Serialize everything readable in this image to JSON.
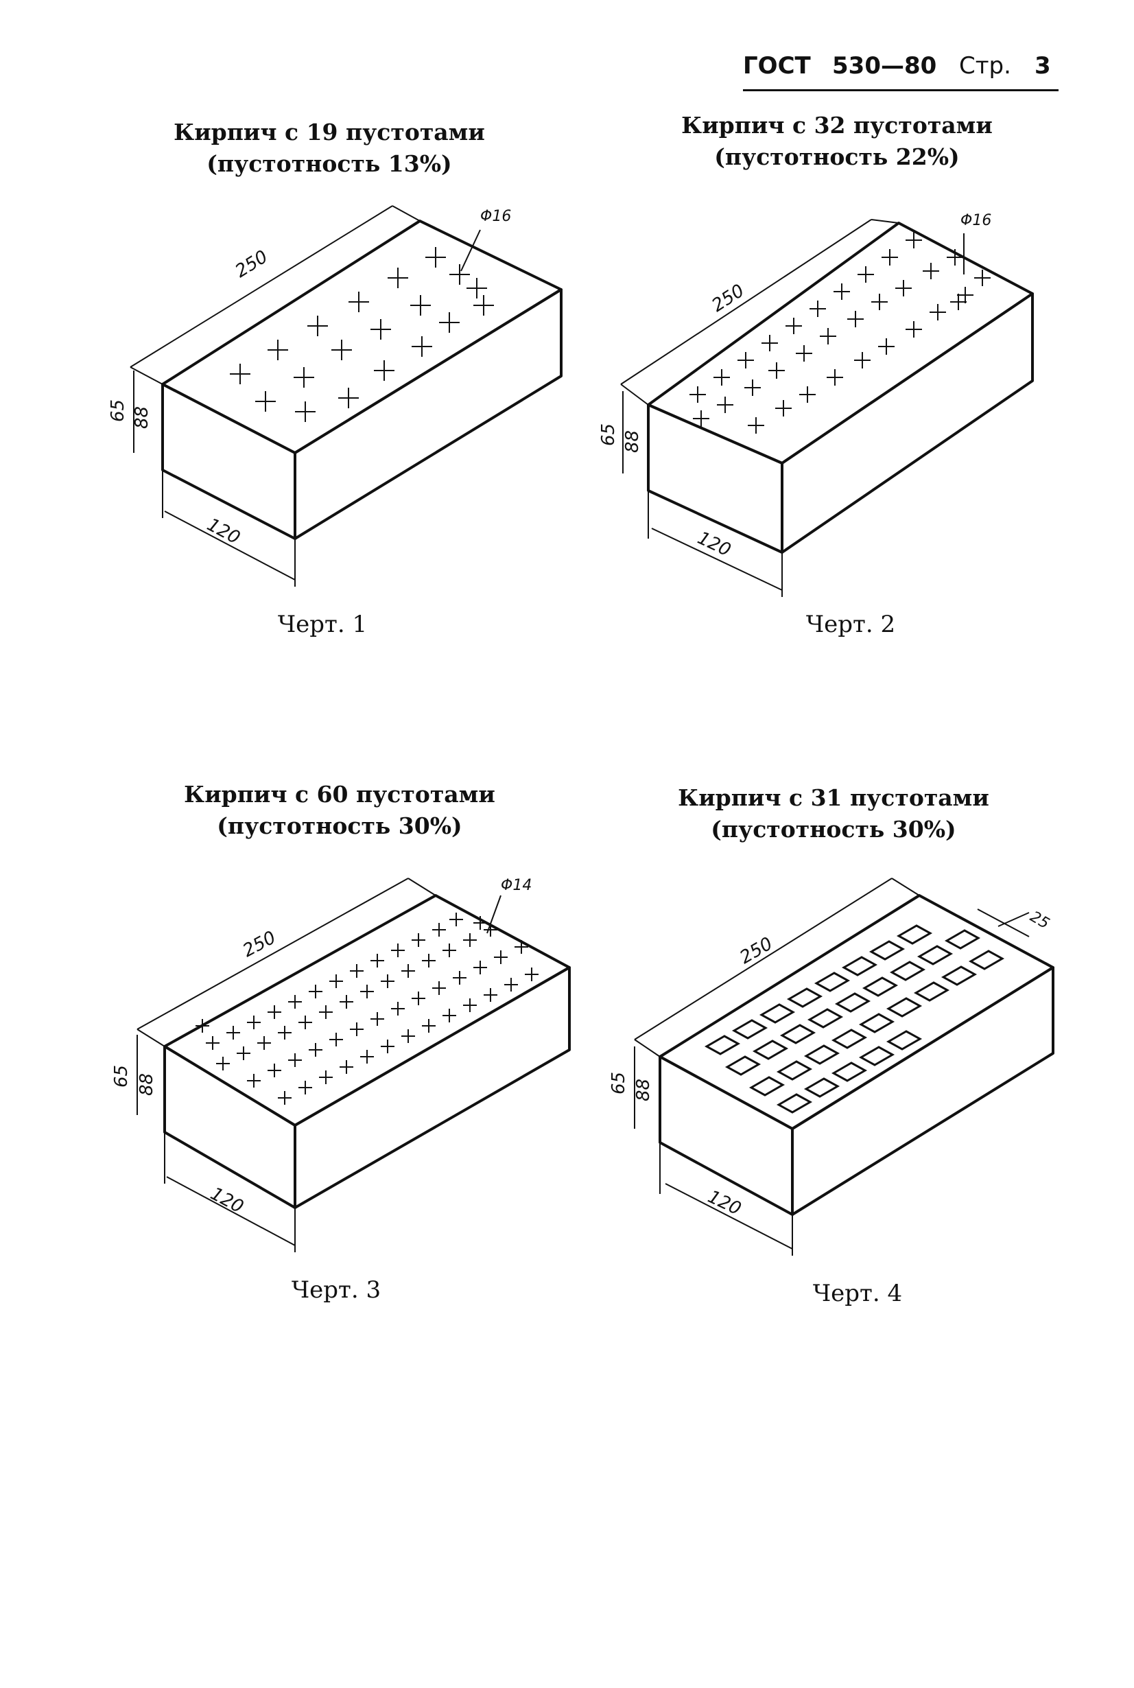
{
  "header": {
    "standard": "ГОСТ",
    "number": "530—80",
    "page_label": "Стр.",
    "page_number": "3"
  },
  "figures": [
    {
      "title": "Кирпич с 19 пустотами",
      "subtitle": "(пустотность 13%)",
      "label": "Черт. 1",
      "dim_length": "250",
      "dim_width": "120",
      "dim_height_1": "65",
      "dim_height_2": "88",
      "hole_label": "Φ16"
    },
    {
      "title": "Кирпич с 32 пустотами",
      "subtitle": "(пустотность 22%)",
      "label": "Черт. 2",
      "dim_length": "250",
      "dim_width": "120",
      "dim_height_1": "65",
      "dim_height_2": "88",
      "hole_label": "Φ16"
    },
    {
      "title": "Кирпич с 60 пустотами",
      "subtitle": "(пустотность 30%)",
      "label": "Черт. 3",
      "dim_length": "250",
      "dim_width": "120",
      "dim_height_1": "65",
      "dim_height_2": "88",
      "hole_label": "Φ14"
    },
    {
      "title": "Кирпич с 31 пустотами",
      "subtitle": "(пустотность 30%)",
      "label": "Черт. 4",
      "dim_length": "250",
      "dim_width": "120",
      "dim_height_1": "65",
      "dim_height_2": "88",
      "hole_label": "25"
    }
  ]
}
